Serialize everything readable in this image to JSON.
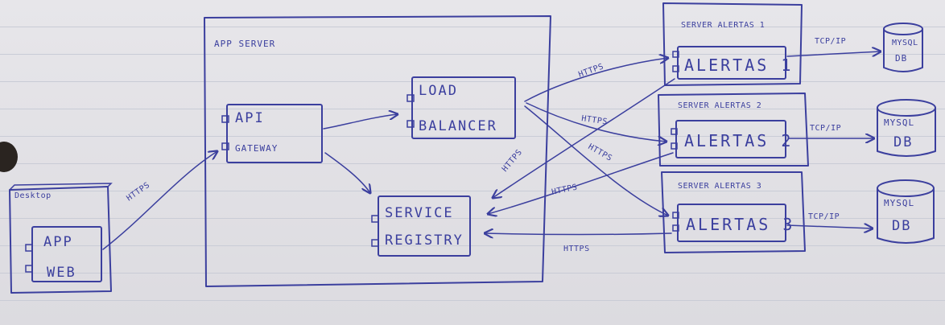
{
  "desktop": {
    "title": "Desktop",
    "component": [
      "APP",
      "WEB"
    ]
  },
  "app_server": {
    "title": "APP SERVER",
    "api_gateway": [
      "API",
      "GATEWAY"
    ],
    "load_balancer": [
      "LOAD",
      "BALANCER"
    ],
    "service_registry": [
      "SERVICE",
      "REGISTRY"
    ]
  },
  "alert_servers": [
    {
      "title": "SERVER ALERTAS 1",
      "component": "ALERTAS 1",
      "protocol": "TCP/IP",
      "db": [
        "MYSQL",
        "DB"
      ]
    },
    {
      "title": "SERVER ALERTAS 2",
      "component": "ALERTAS 2",
      "protocol": "TCP/IP",
      "db": [
        "MYSQL",
        "DB"
      ]
    },
    {
      "title": "SERVER ALERTAS 3",
      "component": "ALERTAS 3",
      "protocol": "TCP/IP",
      "db": [
        "MYSQL",
        "DB"
      ]
    }
  ],
  "connections": {
    "web_to_gateway": "HTTPS",
    "lb_to_alertas1": "HTTPS",
    "lb_to_alertas2": "HTTPS",
    "lb_to_alertas3": "HTTPS",
    "alertas1_to_registry": "HTTPS",
    "alertas2_to_registry": "HTTPS",
    "alertas3_to_registry": "HTTPS"
  }
}
